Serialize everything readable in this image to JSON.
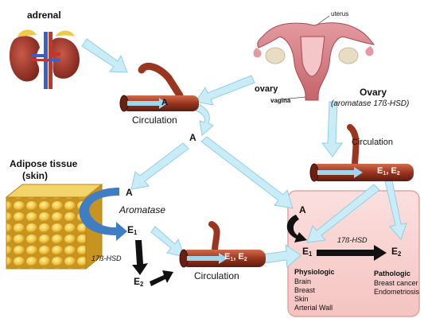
{
  "labels": {
    "adrenal": "adrenal",
    "uterus": "uterus",
    "ovary_left": "ovary",
    "vagina": "vagina",
    "ovary_right": "Ovary",
    "ovary_right_enzyme": "(aromatase 17ß-HSD)",
    "circulation_top": "Circulation",
    "A_top_vessel": "A",
    "A_hub": "A",
    "adipose_title_1": "Adipose tissue",
    "adipose_title_2": "(skin)",
    "A_adipose": "A",
    "aromatase": "Aromatase",
    "E_adipose_1": "E",
    "E_adipose_1_sub": "1",
    "hsd_left": "17ß-HSD",
    "E_adipose_2": "E",
    "E_adipose_2_sub": "2",
    "circulation_bottom": "Circulation",
    "vessel_bottom_E1": "E",
    "vessel_bottom_E1_sub": "1",
    "vessel_bottom_sep": ",",
    "vessel_bottom_E2": "E",
    "vessel_bottom_E2_sub": "2",
    "circulation_right": "Circulation",
    "vessel_right_E1": "E",
    "vessel_right_E1_sub": "1",
    "vessel_right_sep": ",",
    "vessel_right_E2": "E",
    "vessel_right_E2_sub": "2",
    "A_target": "A",
    "E_target_1": "E",
    "E_target_1_sub": "1",
    "hsd_target": "17ß-HSD",
    "E_target_2": "E",
    "E_target_2_sub": "2",
    "physiologic_title": "Physiologic",
    "physiologic_items": [
      "Brain",
      "Breast",
      "Skin",
      "Arterial Wall"
    ],
    "pathologic_title": "Pathologic",
    "pathologic_items": [
      "Breast cancer",
      "Endometriosis"
    ]
  },
  "colors": {
    "arrow_fill": "#c9ecf7",
    "arrow_stroke": "#8fcfe6",
    "target_box_fill": "#f8d5d3",
    "target_box_stroke": "#e6a29e",
    "vessel": "#a9432a",
    "adipose": "#e2b12e",
    "aromatase_arrow": "#3f7ec2"
  }
}
